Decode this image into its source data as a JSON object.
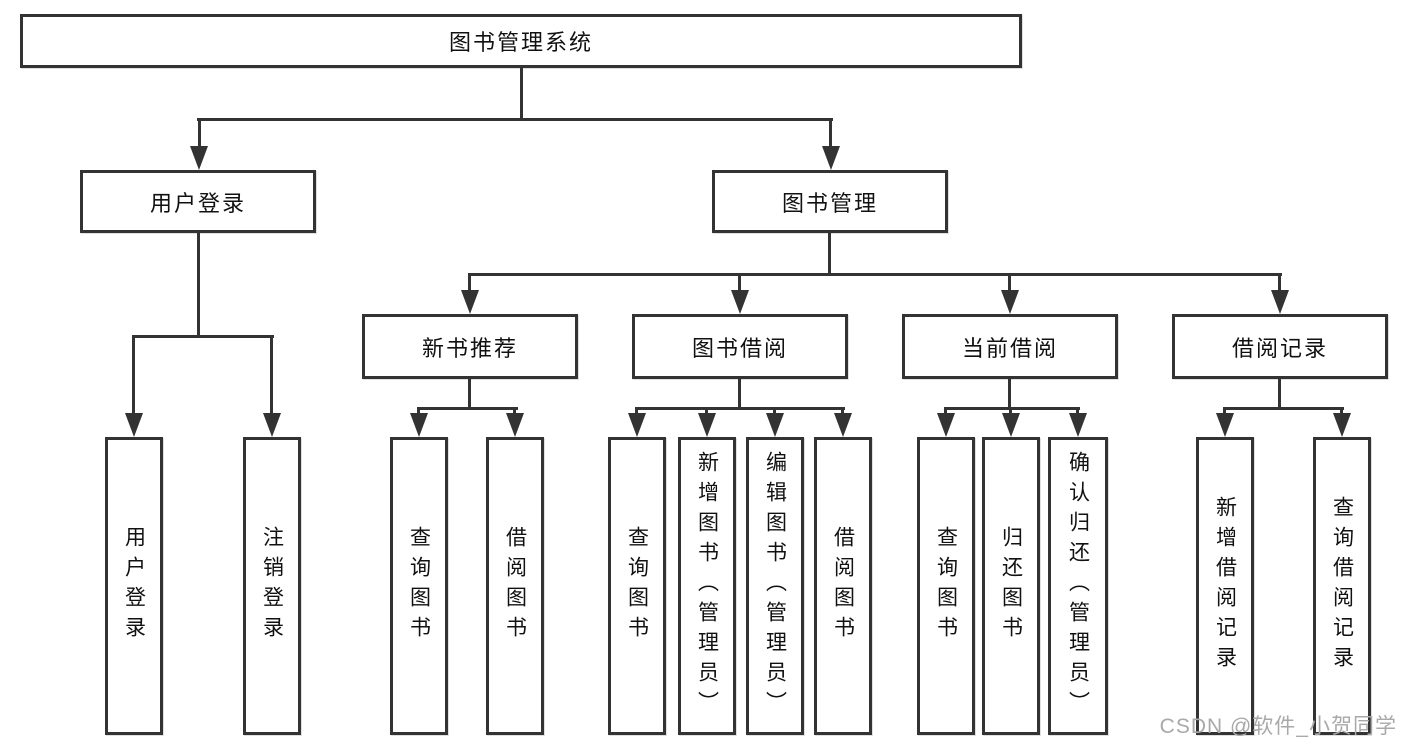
{
  "nodes": {
    "root": "图书管理系统",
    "user_login": "用户登录",
    "book_mgmt": "图书管理",
    "new_book_rec": "新书推荐",
    "book_borrow": "图书借阅",
    "current_borrow": "当前借阅",
    "borrow_records": "借阅记录",
    "ul_user_login": "用户登录",
    "ul_logout": "注销登录",
    "nb_query": "查询图书",
    "nb_borrow": "借阅图书",
    "bb_query": "查询图书",
    "bb_add": "新增图书（管理员）",
    "bb_edit": "编辑图书（管理员）",
    "bb_borrow": "借阅图书",
    "cb_query": "查询图书",
    "cb_return": "归还图书",
    "cb_confirm": "确认归还（管理员）",
    "br_add": "新增借阅记录",
    "br_query": "查询借阅记录"
  },
  "watermark": "CSDN @软件_小贺同学",
  "colors": {
    "line": "#333333",
    "border": "#333333",
    "fill": "#ffffff",
    "text": "#111111",
    "watermark": "#a9a9a9"
  }
}
